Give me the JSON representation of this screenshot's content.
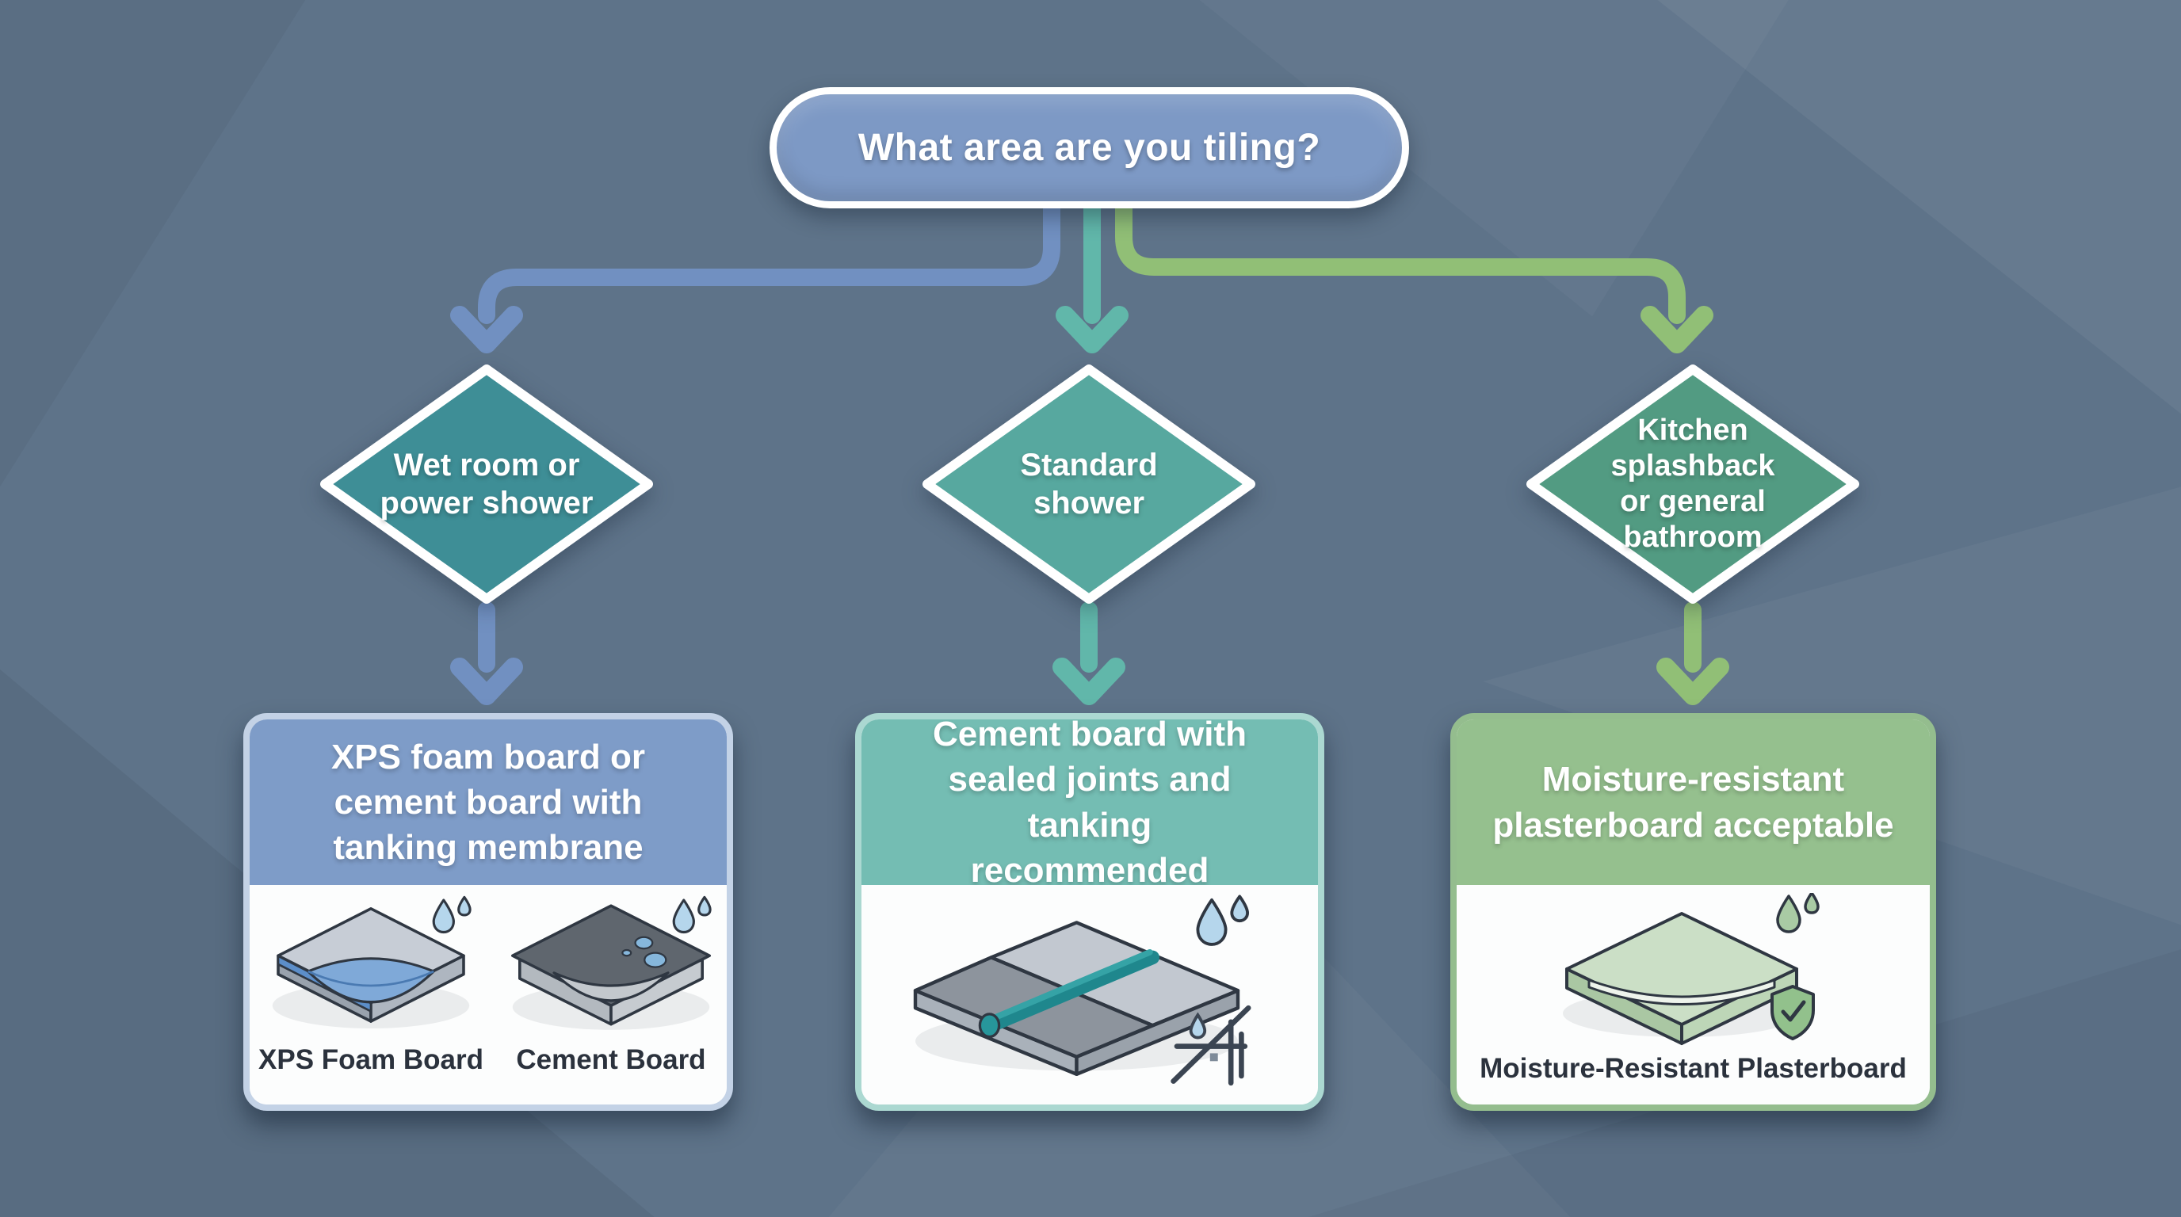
{
  "title": "What area are you tiling?",
  "colors": {
    "background": "#5e7389",
    "pill_fill": "#7d99c5",
    "arrow_wet": "#7190c1",
    "arrow_standard": "#61b7aa",
    "arrow_kitchen": "#91bf76",
    "diamond_wet": "#3e8e96",
    "diamond_standard": "#57a89f",
    "diamond_kitchen": "#529b82",
    "header_wet": "#7e9cc8",
    "header_standard": "#74bdb3",
    "header_kitchen": "#95c08e"
  },
  "branches": [
    {
      "decision": "Wet room or\npower shower",
      "result": "XPS foam board or\ncement board with\ntanking membrane",
      "figures": [
        {
          "label": "XPS Foam Board",
          "icon": "water-drops-icon"
        },
        {
          "label": "Cement Board",
          "icon": "water-drops-icon"
        }
      ]
    },
    {
      "decision": "Standard\nshower",
      "result": "Cement board with\nsealed joints and tanking\nrecommended",
      "figures": [
        {
          "label": "",
          "icon": "water-drops-icon"
        },
        {
          "label": "",
          "icon": "no-moisture-icon"
        }
      ]
    },
    {
      "decision": "Kitchen\nsplashback\nor general\nbathroom",
      "result": "Moisture-resistant\nplasterboard acceptable",
      "figures": [
        {
          "label": "Moisture-Resistant Plasterboard",
          "icon": "water-drops-icon"
        },
        {
          "label": "",
          "icon": "shield-check-icon"
        }
      ]
    }
  ]
}
